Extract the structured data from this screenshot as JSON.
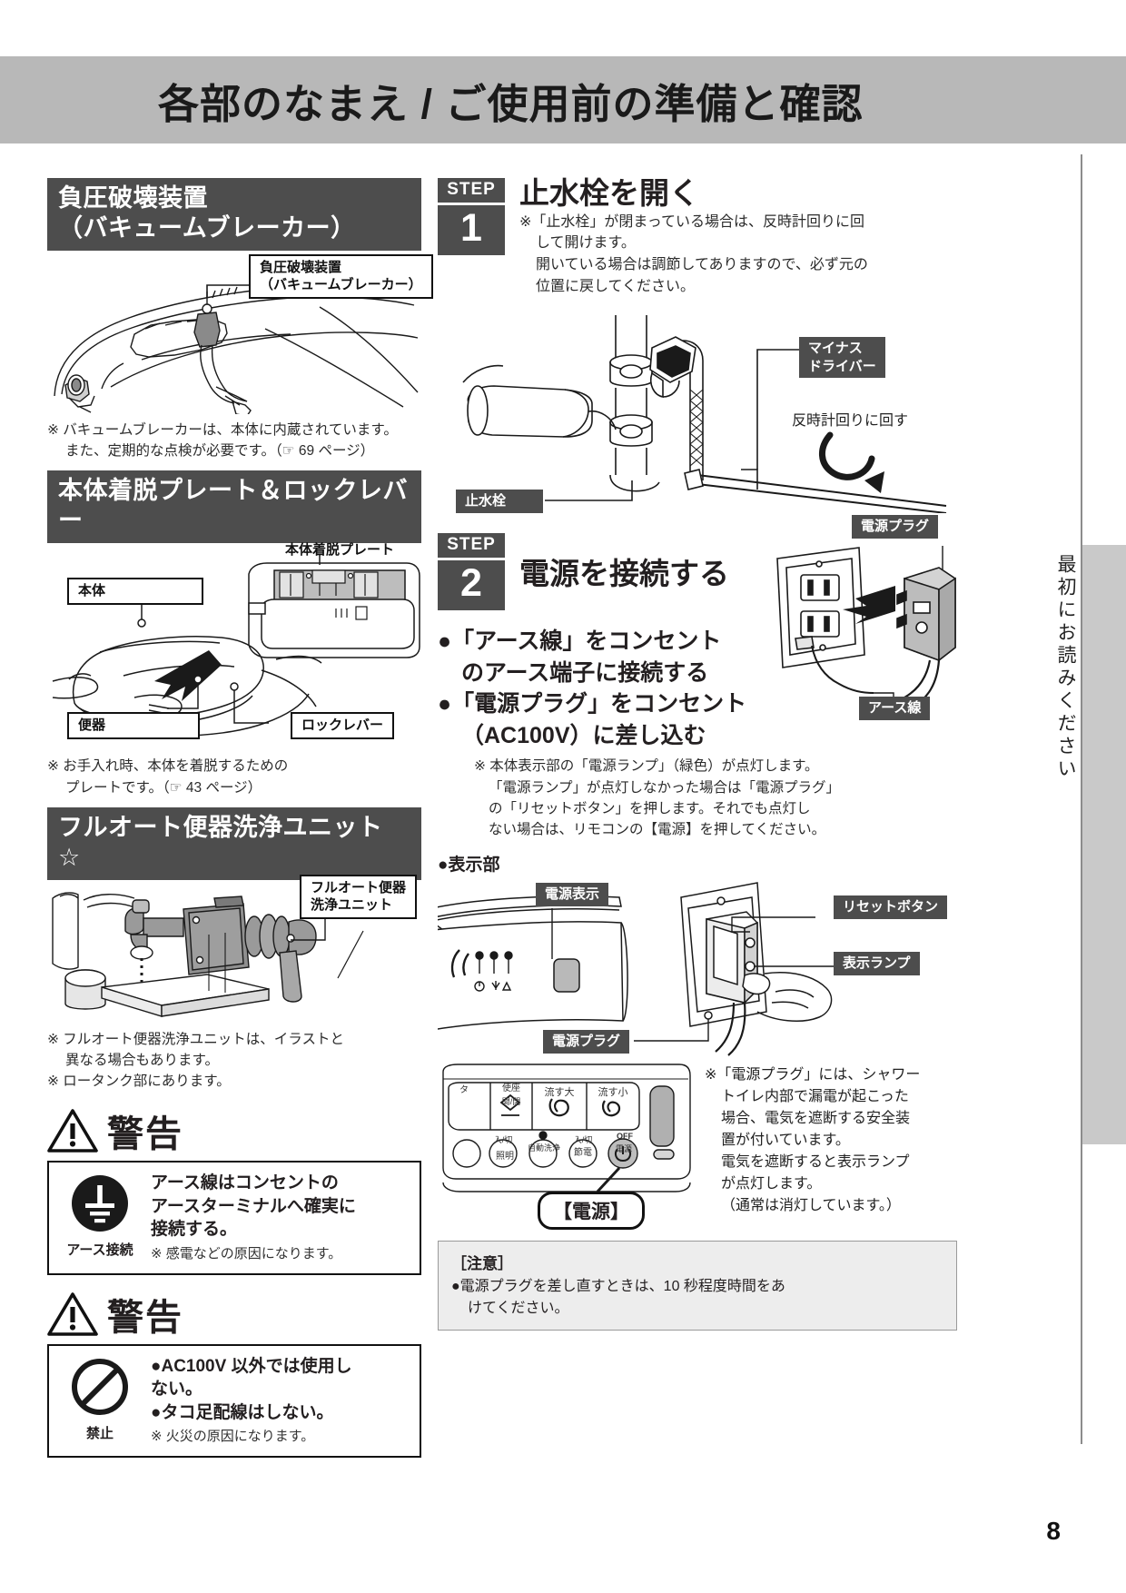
{
  "header": {
    "title": "各部のなまえ / ご使用前の準備と確認"
  },
  "side_tab": {
    "text": "最初にお読みください"
  },
  "page_number": "8",
  "left": {
    "section1": {
      "heading_line1": "負圧破壊装置",
      "heading_line2": "（バキュームブレーカー）",
      "callout_line1": "負圧破壊装置",
      "callout_line2": "（バキュームブレーカー）",
      "note_line1": "※ バキュームブレーカーは、本体に内蔵されています。",
      "note_line2": "また、定期的な点検が必要です。（☞ 69 ページ）"
    },
    "section2": {
      "heading": "本体着脱プレート＆ロックレバー",
      "callout_plate": "本体着脱プレート",
      "callout_body": "本体",
      "callout_bowl": "便器",
      "callout_lock": "ロックレバー",
      "note_line1": "※ お手入れ時、本体を着脱するための",
      "note_line2": "プレートです。（☞ 43 ページ）"
    },
    "section3": {
      "heading": "フルオート便器洗浄ユニット ☆",
      "callout_line1": "フルオート便器",
      "callout_line2": "洗浄ユニット",
      "note_line1": "※ フルオート便器洗浄ユニットは、イラストと",
      "note_line2": "異なる場合もあります。",
      "note_line3": "※ ロータンク部にあります。"
    },
    "warning1": {
      "word": "警告",
      "icon_label": "アース接続",
      "icon_name": "earth-ground-icon",
      "main_line1": "アース線はコンセントの",
      "main_line2": "アースターミナルへ確実に",
      "main_line3": "接続する。",
      "sub": "※ 感電などの原因になります。"
    },
    "warning2": {
      "word": "警告",
      "icon_label": "禁止",
      "icon_name": "prohibition-icon",
      "main_line1": "●AC100V 以外では使用し",
      "main_line2": "ない。",
      "main_line3": "●タコ足配線はしない。",
      "sub": "※ 火災の原因になります。"
    }
  },
  "right": {
    "step1": {
      "badge_top": "STEP",
      "badge_num": "1",
      "title": "止水栓を開く",
      "note_line1": "※「止水栓」が閉まっている場合は、反時計回りに回",
      "note_line2": "して開けます。",
      "note_line3": "開いている場合は調節してありますので、必ず元の",
      "note_line4": "位置に戻してください。",
      "callout_driver_line1": "マイナス",
      "callout_driver_line2": "ドライバー",
      "callout_rotate": "反時計回りに回す",
      "callout_valve": "止水栓"
    },
    "step2": {
      "badge_top": "STEP",
      "badge_num": "2",
      "title": "電源を接続する",
      "callout_plug_top": "電源プラグ",
      "callout_earth_wire": "アース線",
      "bullets": [
        "●「アース線」をコンセント",
        "のアース端子に接続する",
        "●「電源プラグ」をコンセント",
        "（AC100V）に差し込む"
      ],
      "note_line1": "※ 本体表示部の「電源ランプ」（緑色）が点灯します。",
      "note_line2": "「電源ランプ」が点灯しなかった場合は「電源プラグ」",
      "note_line3": "の「リセットボタン」を押します。それでも点灯し",
      "note_line4": "ない場合は、リモコンの【電源】を押してください。",
      "display_head": "●表示部",
      "callout_power_display": "電源表示",
      "callout_reset_button": "リセットボタン",
      "callout_indicator_lamp": "表示ランプ",
      "callout_plug_bottom": "電源プラグ",
      "remote_callout": "【電源】",
      "remote_keys": [
        "タ",
        "使座",
        "流す大",
        "流す小",
        "照明",
        "自動洗浄",
        "節電",
        "電源"
      ],
      "remote_key_subs": [
        "開/閉",
        "入/切",
        "入/切",
        "OFF"
      ],
      "plug_note_line1": "※「電源プラグ」には、シャワー",
      "plug_note_line2": "トイレ内部で漏電が起こった",
      "plug_note_line3": "場合、電気を遮断する安全装",
      "plug_note_line4": "置が付いています。",
      "plug_note_line5": "電気を遮断すると表示ランプ",
      "plug_note_line6": "が点灯します。",
      "plug_note_line7": "（通常は消灯しています。）"
    },
    "caution": {
      "title": "［注意］",
      "line1": "●電源プラグを差し直すときは、10 秒程度時間をあ",
      "line2": "けてください。"
    }
  },
  "colors": {
    "header_band": "#b8b8b8",
    "section_bar": "#4d4d4d",
    "side_tab": "#c9c9c9",
    "caution_bg": "#ededed",
    "ink": "#231f20"
  }
}
